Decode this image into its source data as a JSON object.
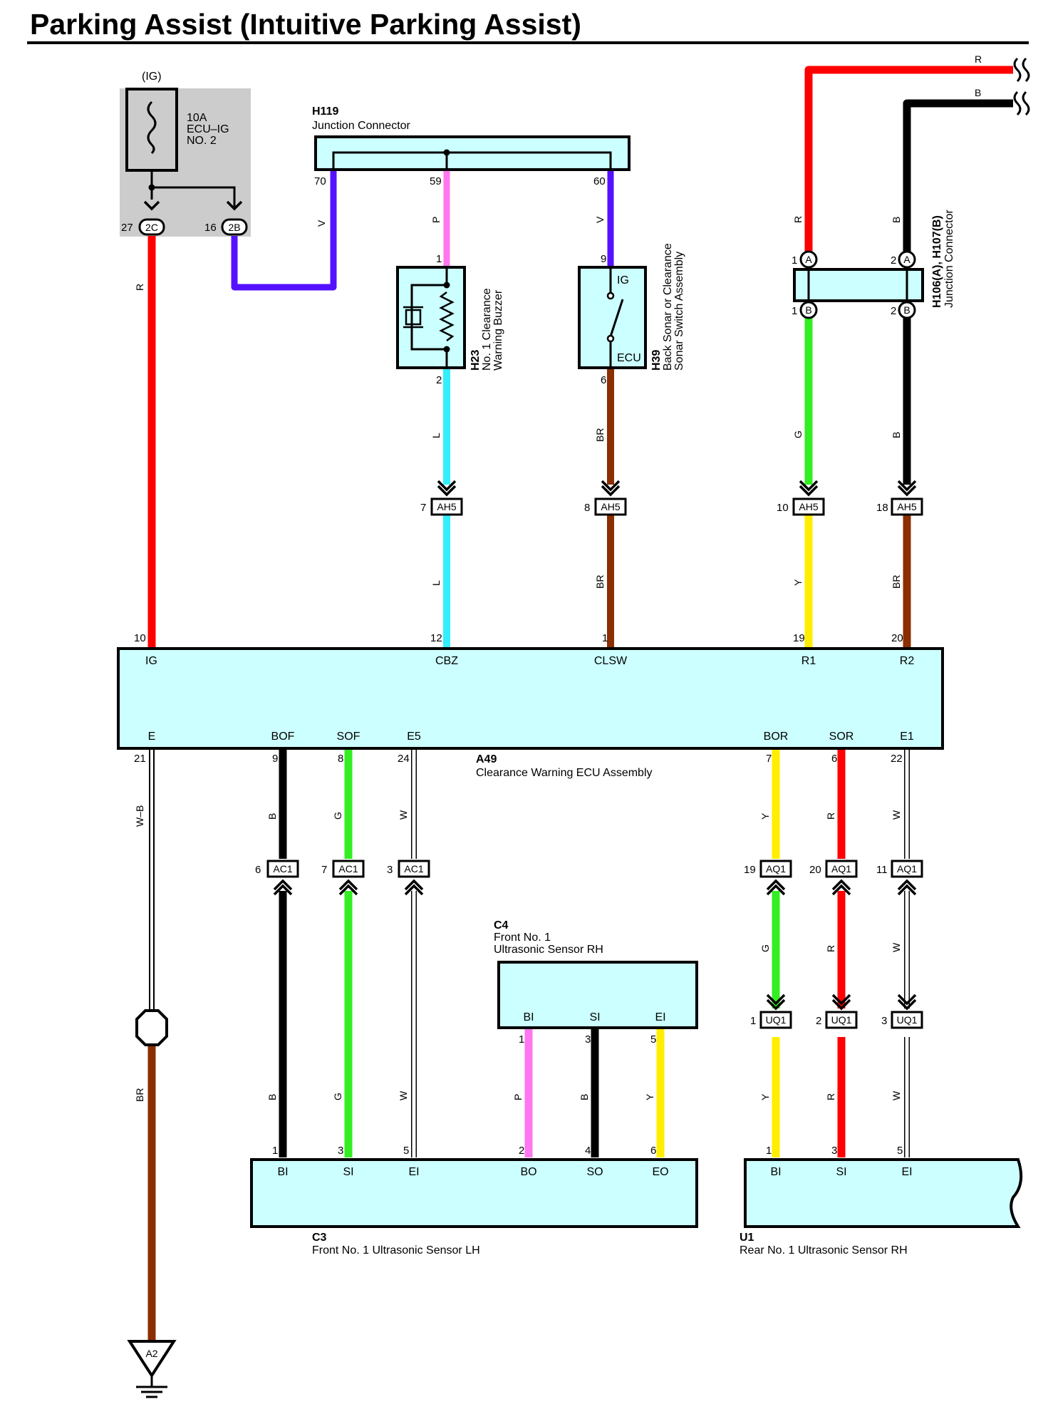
{
  "title": "Parking Assist (Intuitive Parking Assist)",
  "colors": {
    "R": "#ff0000",
    "V": "#5511ff",
    "P": "#ff77ee",
    "L": "#33eeff",
    "BR": "#8b2f00",
    "G": "#33ee22",
    "Y": "#ffee00",
    "B": "#000000",
    "W": "#ffffff",
    "box": "#ccffff",
    "fuse_bg": "#cccccc"
  },
  "fuse": {
    "ig": "(IG)",
    "rating": "10A",
    "name1": "ECU–IG",
    "name2": "NO. 2",
    "pin_a": "27",
    "code_a": "2C",
    "pin_b": "16",
    "code_b": "2B"
  },
  "h119": {
    "id": "H119",
    "name": "Junction Connector",
    "pin_70": "70",
    "pin_59": "59",
    "pin_60": "60"
  },
  "h23": {
    "id": "H23",
    "name1": "No. 1 Clearance",
    "name2": "Warning Buzzer",
    "pin_1": "1",
    "pin_2": "2"
  },
  "h39": {
    "id": "H39",
    "name1": "Back Sonar or Clearance",
    "name2": "Sonar Switch Assembly",
    "pin_9": "9",
    "pin_6": "6",
    "ig": "IG",
    "ecu": "ECU"
  },
  "h106": {
    "id": "H106(A), H107(B)",
    "name": "Junction Connector",
    "pin_a1": "1",
    "pin_a2": "2",
    "pin_b1": "1",
    "pin_b2": "2",
    "a": "A",
    "b": "B"
  },
  "ah5": {
    "code": "AH5",
    "pin_7": "7",
    "pin_8": "8",
    "pin_10": "10",
    "pin_18": "18"
  },
  "ecu": {
    "id": "A49",
    "name": "Clearance Warning ECU Assembly",
    "top": [
      {
        "pin": "10",
        "sig": "IG"
      },
      {
        "pin": "12",
        "sig": "CBZ"
      },
      {
        "pin": "1",
        "sig": "CLSW"
      },
      {
        "pin": "19",
        "sig": "R1"
      },
      {
        "pin": "20",
        "sig": "R2"
      }
    ],
    "bottom": [
      {
        "pin": "21",
        "sig": "E"
      },
      {
        "pin": "9",
        "sig": "BOF"
      },
      {
        "pin": "8",
        "sig": "SOF"
      },
      {
        "pin": "24",
        "sig": "E5"
      },
      {
        "pin": "7",
        "sig": "BOR"
      },
      {
        "pin": "6",
        "sig": "SOR"
      },
      {
        "pin": "22",
        "sig": "E1"
      }
    ]
  },
  "ac1": {
    "code": "AC1",
    "pin_6": "6",
    "pin_7": "7",
    "pin_3": "3"
  },
  "aq1": {
    "code": "AQ1",
    "pin_19": "19",
    "pin_20": "20",
    "pin_11": "11"
  },
  "uq1": {
    "code": "UQ1",
    "pin_1": "1",
    "pin_2": "2",
    "pin_3": "3"
  },
  "c4": {
    "id": "C4",
    "name1": "Front No.  1",
    "name2": "Ultrasonic Sensor RH",
    "pins": [
      {
        "pin": "1",
        "sig": "BI"
      },
      {
        "pin": "3",
        "sig": "SI"
      },
      {
        "pin": "5",
        "sig": "EI"
      }
    ]
  },
  "c3": {
    "id": "C3",
    "name": "Front No.  1 Ultrasonic Sensor LH",
    "pins": [
      {
        "pin": "1",
        "sig": "BI"
      },
      {
        "pin": "3",
        "sig": "SI"
      },
      {
        "pin": "5",
        "sig": "EI"
      },
      {
        "pin": "2",
        "sig": "BO"
      },
      {
        "pin": "4",
        "sig": "SO"
      },
      {
        "pin": "6",
        "sig": "EO"
      }
    ]
  },
  "u1": {
    "id": "U1",
    "name": "Rear No.  1 Ultrasonic Sensor RH",
    "pins": [
      {
        "pin": "1",
        "sig": "BI"
      },
      {
        "pin": "3",
        "sig": "SI"
      },
      {
        "pin": "5",
        "sig": "EI"
      }
    ]
  },
  "ground": {
    "code": "A2"
  },
  "wire_codes": {
    "r": "R",
    "b": "B",
    "v": "V",
    "p": "P",
    "l": "L",
    "br": "BR",
    "g": "G",
    "y": "Y",
    "w": "W",
    "wb": "W–B"
  }
}
